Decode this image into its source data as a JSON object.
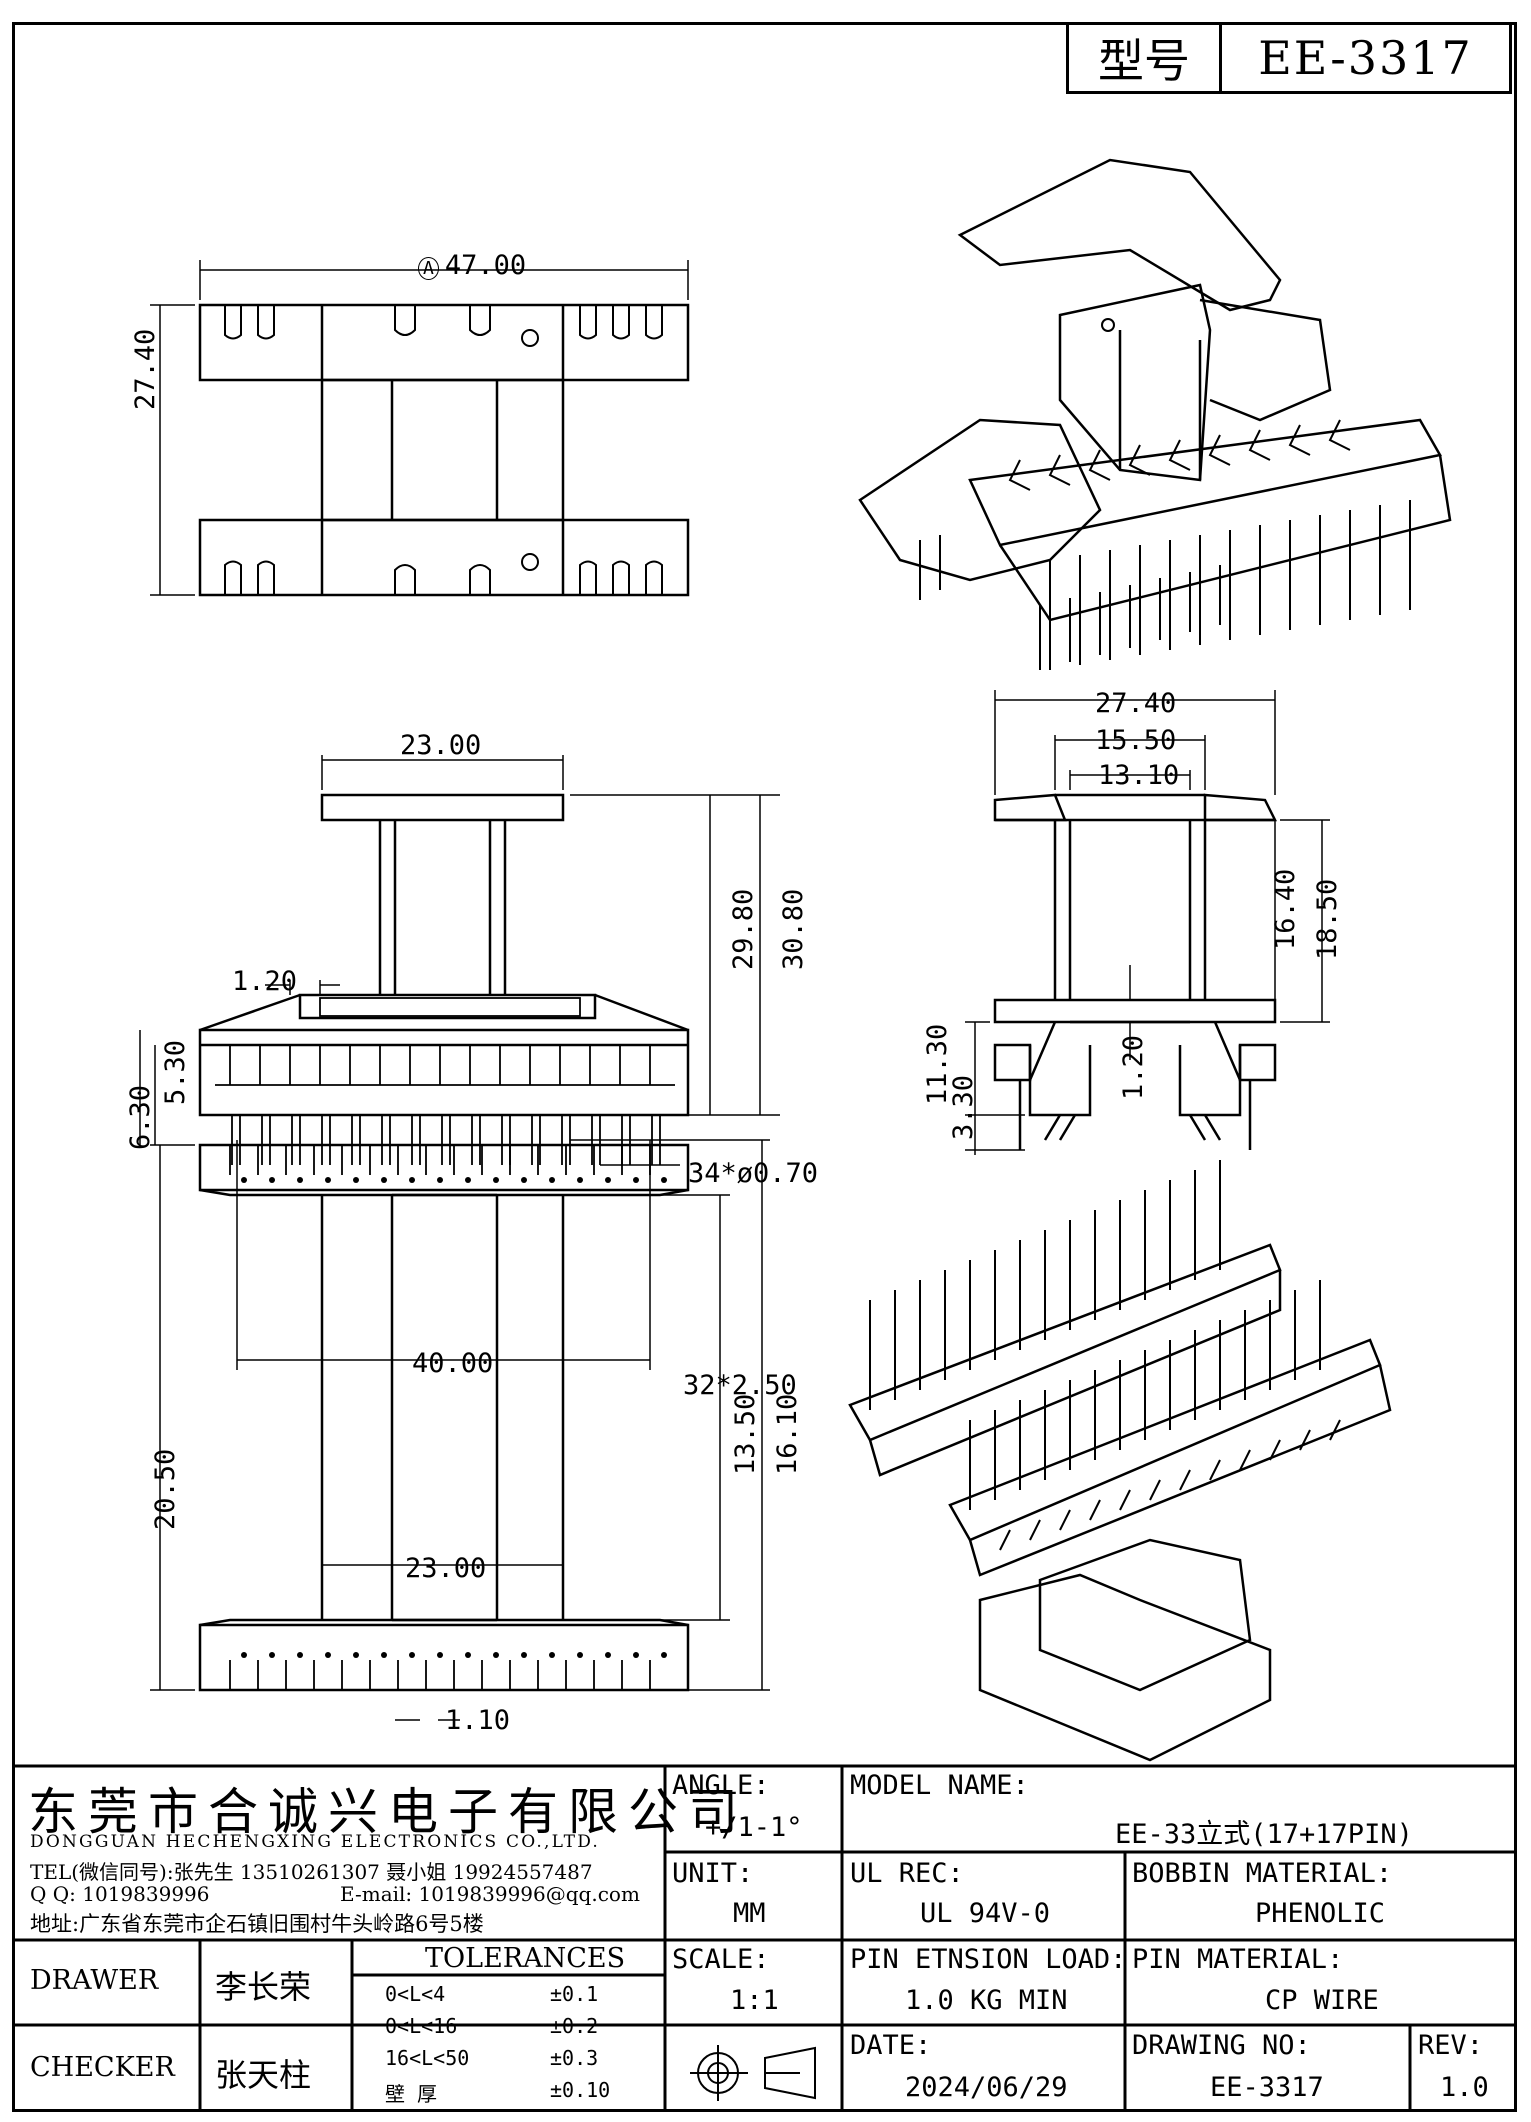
{
  "header": {
    "model_label": "型号",
    "model_value": "EE-3317"
  },
  "dimensions": {
    "top_view": {
      "A": "47.00",
      "B": "27.40"
    },
    "front_view": {
      "C": "23.00",
      "D": "29.80",
      "E": "30.80",
      "F": "6.30",
      "G": "5.30",
      "pin_w": "1.20",
      "H": "34*ø0.70"
    },
    "side_view": {
      "I": "27.40",
      "J": "15.50",
      "K": "13.10",
      "L": "16.40",
      "M": "18.50",
      "N": "11.30",
      "O": "3.30",
      "P": "1.20"
    },
    "bottom_view": {
      "Q": "40.00",
      "R": "32*2.50",
      "S": "20.50",
      "T": "23.00",
      "U": "13.50",
      "V": "16.10",
      "pitch": "1.10"
    }
  },
  "company": {
    "name_cn": "东莞市合诚兴电子有限公司",
    "name_en": "DONGGUAN HECHENGXING ELECTRONICS CO.,LTD.",
    "tel": "TEL(微信同号):张先生 13510261307 聂小姐 19924557487",
    "qq": "Q Q: 1019839996",
    "email": "E-mail: 1019839996@qq.com",
    "address": "地址:广东省东莞市企石镇旧围村牛头岭路6号5楼"
  },
  "title_block": {
    "angle_label": "ANGLE:",
    "angle_value": "+/1-1°",
    "model_name_label": "MODEL NAME:",
    "model_name_value": "EE-33立式(17+17PIN)",
    "unit_label": "UNIT:",
    "unit_value": "MM",
    "ul_rec_label": "UL REC:",
    "ul_rec_value": "UL 94V-0",
    "bobbin_material_label": "BOBBIN MATERIAL:",
    "bobbin_material_value": "PHENOLIC",
    "scale_label": "SCALE:",
    "scale_value": "1:1",
    "pin_tension_label": "PIN ETNSION LOAD:",
    "pin_tension_value": "1.0 KG MIN",
    "pin_material_label": "PIN MATERIAL:",
    "pin_material_value": "CP WIRE",
    "date_label": "DATE:",
    "date_value": "2024/06/29",
    "drawing_no_label": "DRAWING NO:",
    "drawing_no_value": "EE-3317",
    "rev_label": "REV:",
    "rev_value": "1.0",
    "drawer_label": "DRAWER",
    "drawer_value": "李长荣",
    "checker_label": "CHECKER",
    "checker_value": "张天柱",
    "tolerances_label": "TOLERANCES",
    "tolerances": [
      {
        "range": "0<L<4",
        "tol": "±0.1"
      },
      {
        "range": "0<L<16",
        "tol": "±0.2"
      },
      {
        "range": "16<L<50",
        "tol": "±0.3"
      },
      {
        "range": "壁  厚",
        "tol": "±0.10"
      }
    ]
  }
}
